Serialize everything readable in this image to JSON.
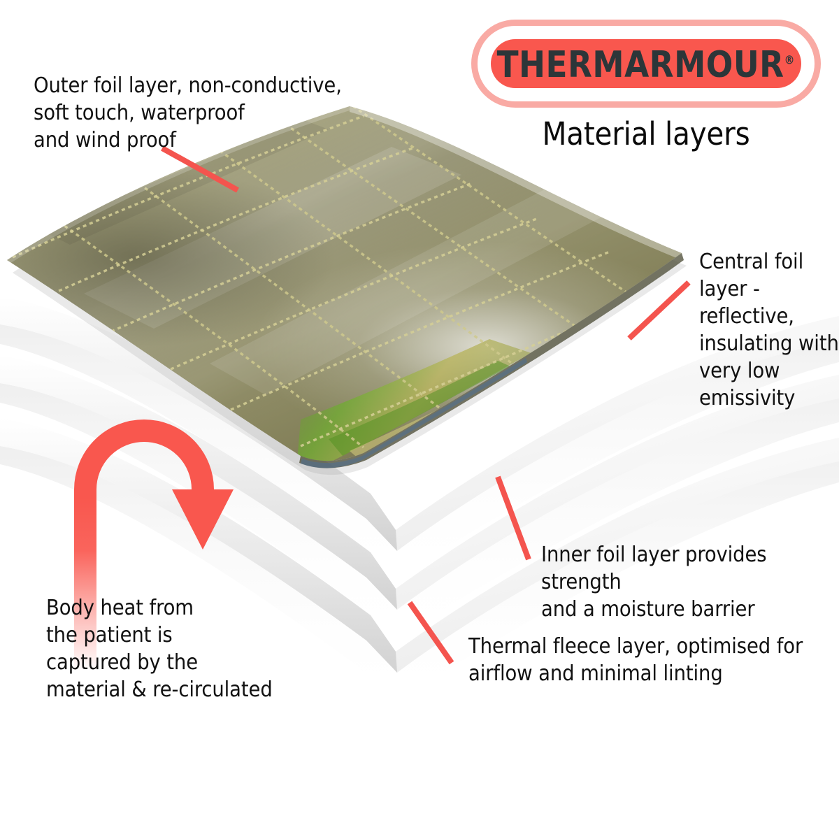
{
  "brand": {
    "wordmark": "THERMARMOUR",
    "registered_mark": "®",
    "subtitle": "Material layers",
    "colors": {
      "coral": "#f9574e",
      "pink": "#f9aaa4",
      "wordmark_text": "#2c3639",
      "body_text": "#111111",
      "foil_olive": "#7d7a52",
      "foil_highlight": "#b5b08a",
      "layer_white": "#ffffff",
      "layer_shadow": "#d8d8d8"
    }
  },
  "annotations": {
    "outer_foil": "Outer foil layer, non-conductive,\nsoft touch, waterproof\nand wind proof",
    "central_foil": "Central foil\nlayer -\nreflective,\ninsulating with\nvery low\nemissivity",
    "inner_foil": "Inner foil layer provides strength\nand a moisture barrier",
    "thermal_fleece": "Thermal fleece layer, optimised for\nairflow and minimal linting",
    "body_heat": "Body heat from\nthe patient is\ncaptured by the\nmaterial & re-circulated"
  },
  "diagram": {
    "type": "exploded-layer-stack",
    "layer_count": 4,
    "layers": [
      {
        "name": "outer-foil-sheet",
        "material": "olive quilted foil",
        "label_key": "outer_foil"
      },
      {
        "name": "central-foil-sheet",
        "material": "white reflective foil",
        "label_key": "central_foil"
      },
      {
        "name": "inner-foil-sheet",
        "material": "white foil",
        "label_key": "inner_foil"
      },
      {
        "name": "thermal-fleece-sheet",
        "material": "white fleece",
        "label_key": "thermal_fleece"
      }
    ],
    "heat_arrow": {
      "name": "body-heat-recirculation-arrow",
      "shape": "u-turn",
      "direction": "up-then-down",
      "label_key": "body_heat"
    },
    "leader_lines": 4
  }
}
